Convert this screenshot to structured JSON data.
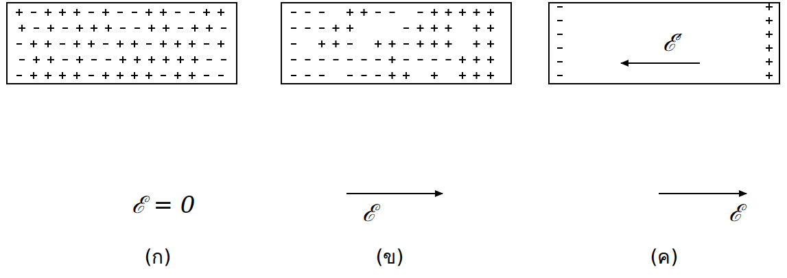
{
  "diagram": {
    "labels": [
      "ℰ = 0",
      "ℰ",
      "ℰ",
      "ℰ′",
      "(ก)",
      "(ข)",
      "(ค)"
    ]
  }
}
